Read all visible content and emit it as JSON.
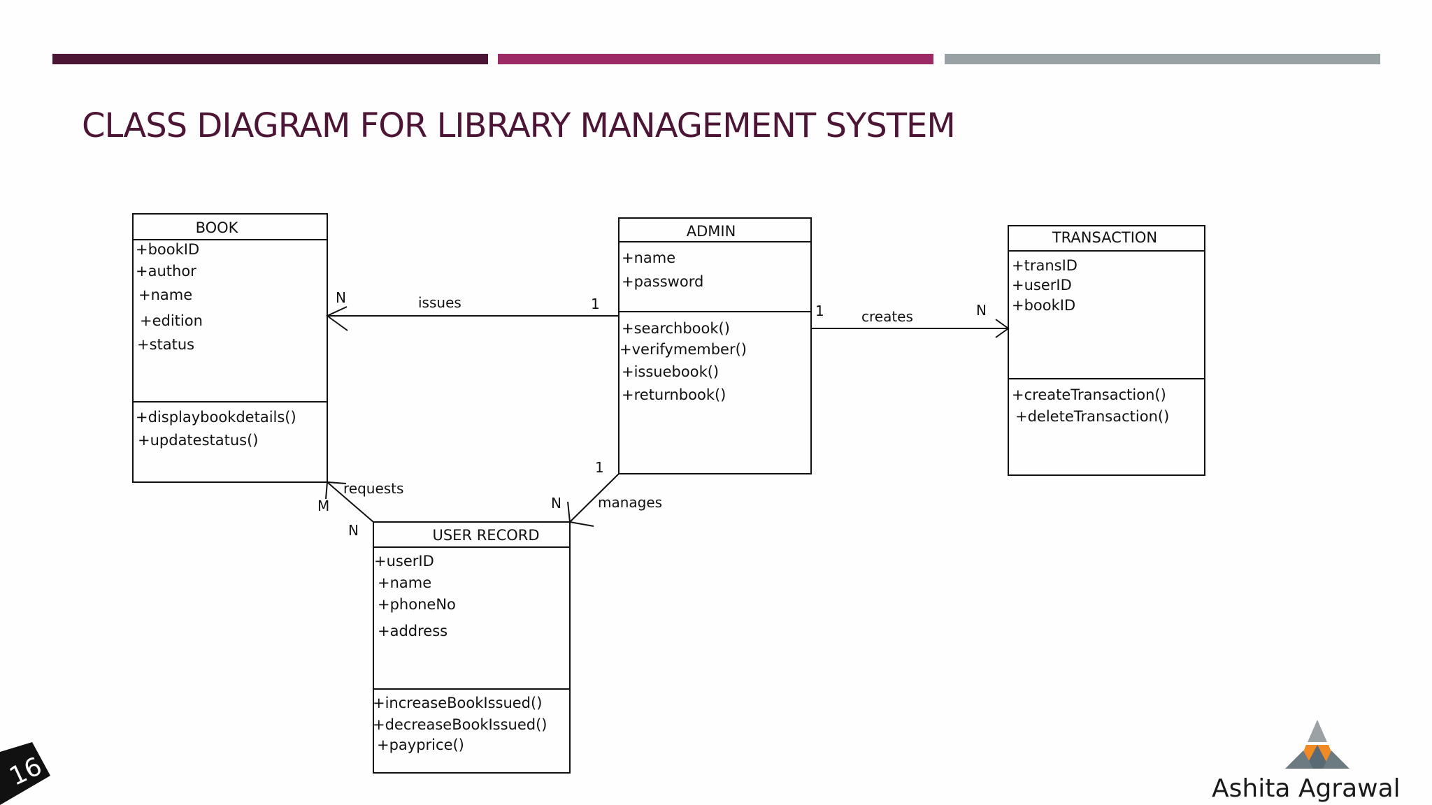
{
  "slide": {
    "title": "CLASS DIAGRAM FOR LIBRARY MANAGEMENT SYSTEM",
    "page_number": "16",
    "brand": "Ashita Agrawal",
    "colors": {
      "bar1": "#4d1535",
      "bar2": "#9b2a65",
      "bar3": "#98a2a4",
      "title": "#4d1535"
    }
  },
  "classes": {
    "book": {
      "name": "BOOK",
      "attributes": [
        "+bookID",
        "+author",
        "+name",
        "+edition",
        "+status"
      ],
      "methods": [
        "+displaybookdetails()",
        "+updatestatus()"
      ]
    },
    "admin": {
      "name": "ADMIN",
      "attributes": [
        "+name",
        "+password"
      ],
      "methods": [
        "+searchbook()",
        "+verifymember()",
        "+issuebook()",
        "+returnbook()"
      ]
    },
    "transaction": {
      "name": "TRANSACTION",
      "attributes": [
        "+transID",
        "+userID",
        "+bookID"
      ],
      "methods": [
        "+createTransaction()",
        "+deleteTransaction()"
      ]
    },
    "user_record": {
      "name": "USER RECORD",
      "attributes": [
        "+userID",
        "+name",
        "+phoneNo",
        "+address"
      ],
      "methods": [
        "+increaseBookIssued()",
        "+decreaseBookIssued()",
        "+payprice()"
      ]
    }
  },
  "associations": {
    "issues": {
      "label": "issues",
      "from_mult": "1",
      "to_mult": "N"
    },
    "creates": {
      "label": "creates",
      "from_mult": "1",
      "to_mult": "N"
    },
    "requests": {
      "label": "requests",
      "from_mult": "N",
      "to_mult": "M"
    },
    "manages": {
      "label": "manages",
      "from_mult": "1",
      "to_mult": "N"
    }
  }
}
